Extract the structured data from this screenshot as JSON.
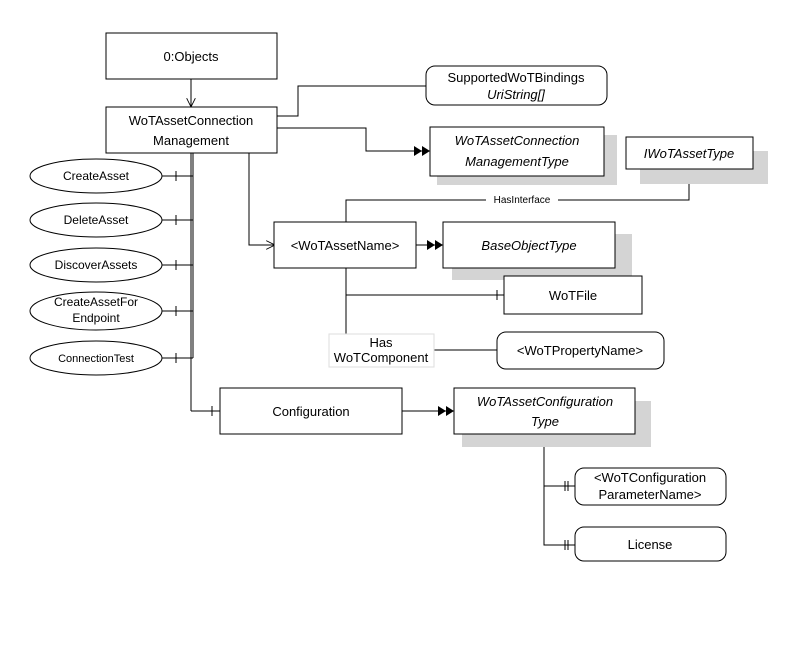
{
  "nodes": {
    "objects": "0:Objects",
    "management": [
      "WoTAssetConnection",
      "Management"
    ],
    "supported_bindings": [
      "SupportedWoTBindings",
      "UriString[]"
    ],
    "management_type": [
      "WoTAssetConnection",
      "ManagementType"
    ],
    "iwot_asset_type": "IWoTAssetType",
    "create_asset": "CreateAsset",
    "delete_asset": "DeleteAsset",
    "discover_assets": "DiscoverAssets",
    "create_asset_for_endpoint": [
      "CreateAssetFor",
      "Endpoint"
    ],
    "connection_test": "ConnectionTest",
    "asset_name": "<WoTAssetName>",
    "base_object_type": "BaseObjectType",
    "wot_file": "WoTFile",
    "wot_property_name": "<WoTPropertyName>",
    "configuration": "Configuration",
    "configuration_type": [
      "WoTAssetConfiguration",
      "Type"
    ],
    "configuration_parameter_name": [
      "<WoTConfiguration",
      "ParameterName>"
    ],
    "license": "License"
  },
  "references": {
    "has_interface": "HasInterface",
    "has_wot_component": [
      "Has",
      "WoTComponent"
    ]
  },
  "colors": {
    "stroke": "#000000",
    "shadow": "#d4d4d4",
    "background": "#ffffff"
  }
}
